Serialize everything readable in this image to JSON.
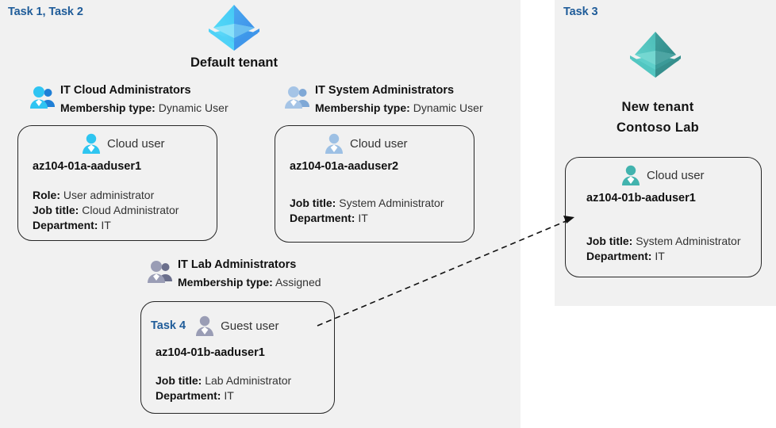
{
  "panels": {
    "left": {
      "task_label": "Task 1, Task 2"
    },
    "right": {
      "task_label": "Task 3"
    }
  },
  "tenants": [
    {
      "id": "default-tenant",
      "icon": "azure-ad-tenant-icon",
      "title": "Default tenant",
      "color": "#3fb7ef"
    },
    {
      "id": "new-tenant",
      "icon": "azure-ad-tenant-icon",
      "title_line1": "New  tenant",
      "title_line2": "Contoso Lab",
      "color": "#4fb9b4"
    }
  ],
  "groups": [
    {
      "id": "it-cloud-administrators",
      "icon": "group-users-icon",
      "name": "IT Cloud Administrators",
      "membership_label": "Membership type:",
      "membership_value": "Dynamic User"
    },
    {
      "id": "it-system-administrators",
      "icon": "group-users-icon",
      "name": "IT System Administrators",
      "membership_label": "Membership type:",
      "membership_value": "Dynamic User"
    },
    {
      "id": "it-lab-administrators",
      "icon": "group-users-icon",
      "name": "IT Lab Administrators",
      "membership_label": "Membership type:",
      "membership_value": "Assigned"
    }
  ],
  "cards": [
    {
      "id": "aaduser1",
      "task_tag": "",
      "usertype_icon": "cloud-user-icon",
      "usertype": "Cloud user",
      "username": "az104-01a-aaduser1",
      "attrs": [
        {
          "label": "Role:",
          "value": "User administrator"
        },
        {
          "label": "Job title:",
          "value": "Cloud Administrator"
        },
        {
          "label": "Department:",
          "value": "IT"
        }
      ]
    },
    {
      "id": "aaduser2",
      "task_tag": "",
      "usertype_icon": "cloud-user-icon",
      "usertype": "Cloud user",
      "username": "az104-01a-aaduser2",
      "attrs": [
        {
          "label": "Job title:",
          "value": "System Administrator"
        },
        {
          "label": "Department:",
          "value": "IT"
        }
      ]
    },
    {
      "id": "lab-guest",
      "task_tag": "Task 4",
      "usertype_icon": "guest-user-icon",
      "usertype": "Guest user",
      "username": "az104-01b-aaduser1",
      "attrs": [
        {
          "label": "Job title:",
          "value": "Lab Administrator"
        },
        {
          "label": "Department:",
          "value": "IT"
        }
      ]
    },
    {
      "id": "new-tenant-user",
      "task_tag": "",
      "usertype_icon": "cloud-user-icon",
      "usertype": "Cloud user",
      "username": "az104-01b-aaduser1",
      "attrs": [
        {
          "label": "Job title:",
          "value": "System Administrator"
        },
        {
          "label": "Department:",
          "value": "IT"
        }
      ]
    }
  ],
  "connector": {
    "name": "guest-user-invitation-arrow",
    "style": "dashed-arrow",
    "color": "#111111"
  }
}
